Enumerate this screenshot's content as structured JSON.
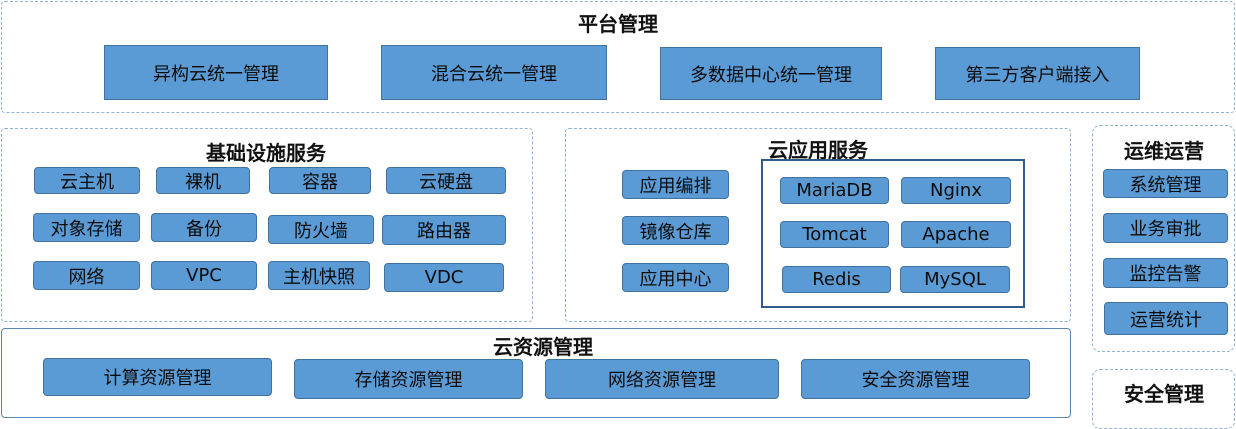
{
  "platform": {
    "title": "平台管理",
    "items": [
      "异构云统一管理",
      "混合云统一管理",
      "多数据中心统一管理",
      "第三方客户端接入"
    ]
  },
  "infra": {
    "title": "基础设施服务",
    "items": [
      "云主机",
      "裸机",
      "容器",
      "云硬盘",
      "对象存储",
      "备份",
      "防火墙",
      "路由器",
      "网络",
      "VPC",
      "主机快照",
      "VDC"
    ]
  },
  "cloudapp": {
    "title": "云应用服务",
    "left": [
      "应用编排",
      "镜像仓库",
      "应用中心"
    ],
    "grid": [
      "MariaDB",
      "Nginx",
      "Tomcat",
      "Apache",
      "Redis",
      "MySQL"
    ]
  },
  "ops": {
    "title": "运维运营",
    "items": [
      "系统管理",
      "业务审批",
      "监控告警",
      "运营统计"
    ]
  },
  "resource": {
    "title": "云资源管理",
    "items": [
      "计算资源管理",
      "存储资源管理",
      "网络资源管理",
      "安全资源管理"
    ]
  },
  "security": {
    "title": "安全管理"
  }
}
